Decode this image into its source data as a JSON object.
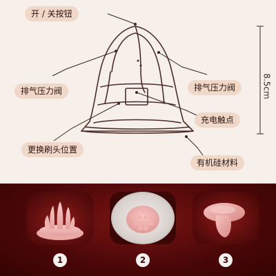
{
  "labels": {
    "switch": "开 / 关按钮",
    "vent_left": "排气压力阀",
    "vent_right": "排气压力阀",
    "charge": "充电触点",
    "brush": "更换刷头位置",
    "material": "有机硅材料",
    "height": "8.5cm"
  },
  "photos": [
    {
      "number": "1"
    },
    {
      "number": "2"
    },
    {
      "number": "3"
    }
  ],
  "colors": {
    "top_background": "#f7efe9",
    "pill": "#f0d8c9",
    "bottom_background": "#5a0a0a",
    "accent_pink": "#f0b7b6"
  }
}
